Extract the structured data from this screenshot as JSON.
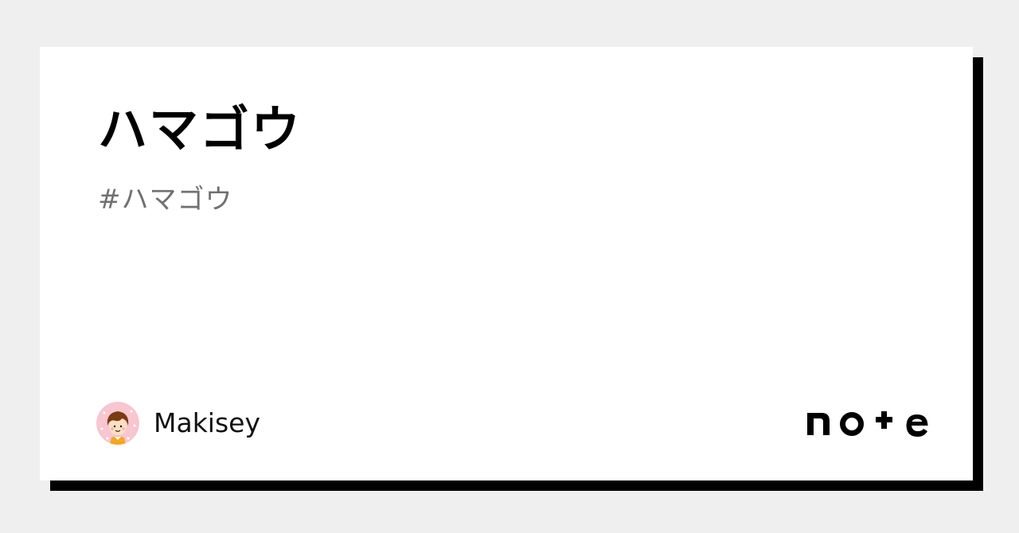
{
  "card": {
    "title": "ハマゴウ",
    "hashtag": "#ハマゴウ",
    "author": {
      "name": "Makisey",
      "avatar_icon": "avatar-illustration-boy"
    },
    "brand": {
      "logo_text": "note",
      "logo_icon": "note-logo"
    }
  },
  "colors": {
    "background": "#efefef",
    "card": "#ffffff",
    "shadow": "#000000",
    "title": "#000000",
    "hashtag": "#707070",
    "avatar_ring": "#f7c6d0"
  }
}
